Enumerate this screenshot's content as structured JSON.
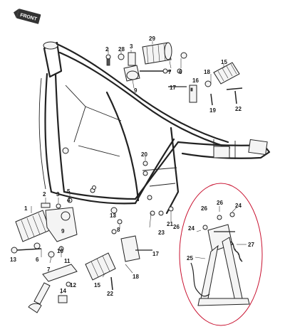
{
  "front_label": "FRONT",
  "callouts": {
    "c1": "1",
    "c2a": "2",
    "c2b": "2",
    "c3a": "3",
    "c4": "4",
    "c5": "5",
    "c6a": "6",
    "c6b": "6",
    "c7a": "7",
    "c7b": "7",
    "c8": "8",
    "c9a": "9",
    "c10": "10",
    "c11": "11",
    "c12": "12",
    "c13a": "13",
    "c13b": "13",
    "c14": "14",
    "c15a": "15",
    "c15b": "15",
    "c16": "16",
    "c17a": "17",
    "c17b": "17",
    "c18a": "18",
    "c18b": "18",
    "c19": "19",
    "c20": "20",
    "c21": "21",
    "c22a": "22",
    "c22b": "22",
    "c23": "23",
    "c24": "24",
    "c25": "25",
    "c26a": "26",
    "c26b": "26",
    "c27": "27",
    "c28": "28",
    "c29": "29",
    "c9b": "9",
    "c3b": "3"
  },
  "highlight_color": "#c8102e"
}
